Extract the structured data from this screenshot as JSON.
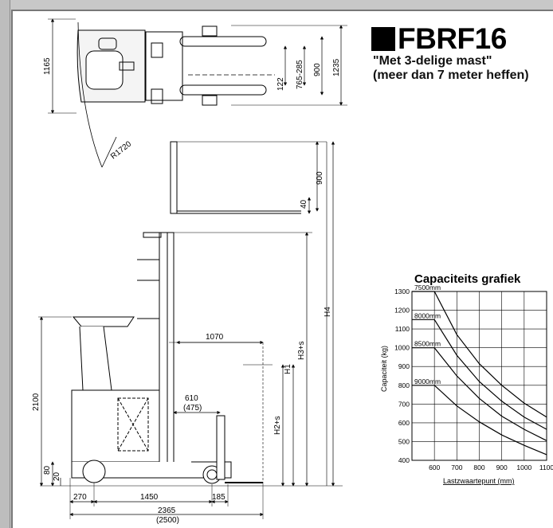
{
  "title": "FBRF16",
  "subtitle_line1": "\"Met 3-delige mast\"",
  "subtitle_line2": "(meer dan 7 meter heffen)",
  "dimensions": {
    "d1165": "1165",
    "d122": "122",
    "d765": "765-285",
    "d900a": "900",
    "d1235": "1235",
    "r1720": "R1720",
    "d900b": "900",
    "d40": "40",
    "h4": "H4",
    "h3s": "H3+s",
    "h1": "H1",
    "h2s": "H2+s",
    "d2100": "2100",
    "d1070": "1070",
    "d610": "610",
    "d475": "(475)",
    "d80": "80",
    "d20": "20",
    "d270": "270",
    "d1450": "1450",
    "d185": "185",
    "d2365": "2365",
    "d2500": "(2500)"
  },
  "chart_data": {
    "type": "line",
    "title": "Capaciteits grafiek",
    "xlabel": "Lastzwaartepunt (mm)",
    "ylabel": "Capaciteit (kg)",
    "x_ticks": [
      "600",
      "700",
      "800",
      "900",
      "1000",
      "1100"
    ],
    "y_ticks": [
      "1300",
      "1200",
      "1100",
      "1000",
      "900",
      "800",
      "700",
      "600",
      "500",
      "400"
    ],
    "xlim": [
      500,
      1100
    ],
    "ylim": [
      400,
      1300
    ],
    "series": [
      {
        "name": "7500mm",
        "x": [
          500,
          600,
          700,
          800,
          900,
          1000,
          1100
        ],
        "values": [
          1300,
          1300,
          1070,
          915,
          800,
          705,
          630
        ]
      },
      {
        "name": "8000mm",
        "x": [
          500,
          600,
          700,
          800,
          900,
          1000,
          1100
        ],
        "values": [
          1150,
          1150,
          960,
          820,
          715,
          630,
          565
        ]
      },
      {
        "name": "8500mm",
        "x": [
          500,
          600,
          700,
          800,
          900,
          1000,
          1100
        ],
        "values": [
          1000,
          1000,
          850,
          730,
          635,
          565,
          505
        ]
      },
      {
        "name": "9000mm",
        "x": [
          500,
          600,
          700,
          800,
          900,
          1000,
          1100
        ],
        "values": [
          800,
          800,
          690,
          605,
          535,
          480,
          430
        ]
      }
    ]
  }
}
